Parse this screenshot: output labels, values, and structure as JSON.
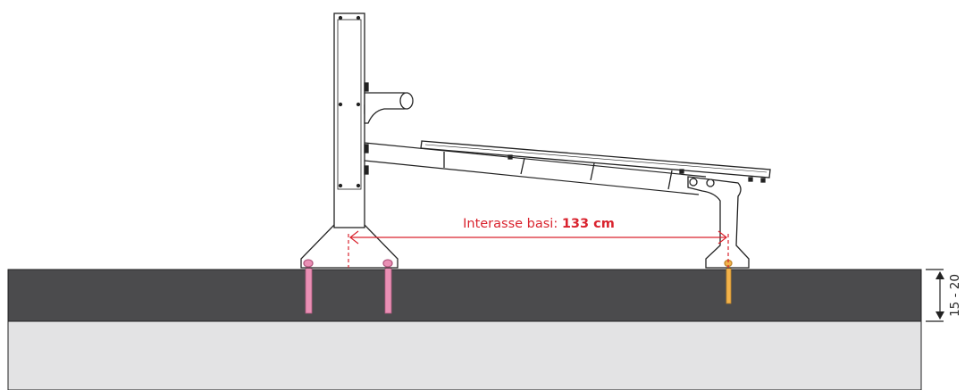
{
  "dimension": {
    "label_prefix": "Interasse basi: ",
    "label_value": "133 cm"
  },
  "depth": {
    "label": "15 - 20"
  },
  "colors": {
    "accent": "#d9232e",
    "anchor_pink": "#e98fb4",
    "anchor_orange": "#f2b24a",
    "slab_dark": "#4b4b4d",
    "ground_light": "#e3e3e4",
    "line": "#222222"
  }
}
